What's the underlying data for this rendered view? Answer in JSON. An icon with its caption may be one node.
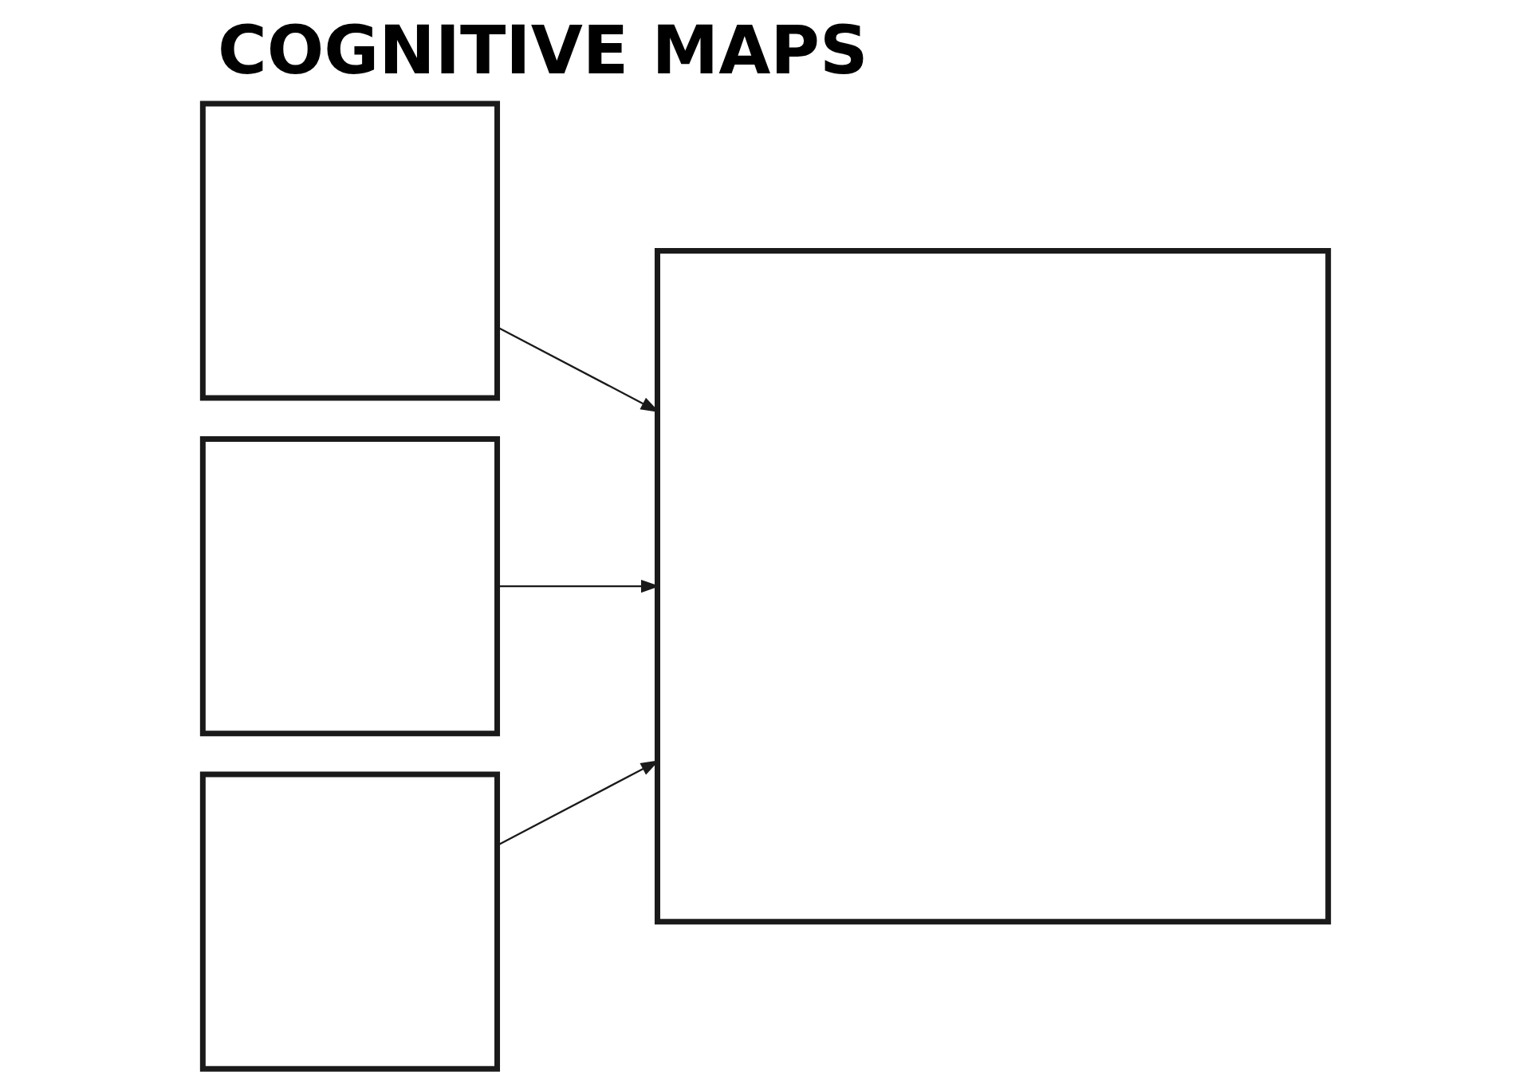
{
  "diagram": {
    "title": "COGNITIVE MAPS",
    "nodes": [
      {
        "text": [],
        "shape": "box"
      },
      {
        "text": [],
        "shape": "box"
      },
      {
        "text": [],
        "shape": "box"
      },
      {
        "text": [],
        "shape": "box"
      }
    ],
    "edges": [
      {
        "from": 0,
        "to": 3,
        "arrow": "to"
      },
      {
        "from": 1,
        "to": 3,
        "arrow": "to"
      },
      {
        "from": 2,
        "to": 3,
        "arrow": "to"
      }
    ]
  }
}
